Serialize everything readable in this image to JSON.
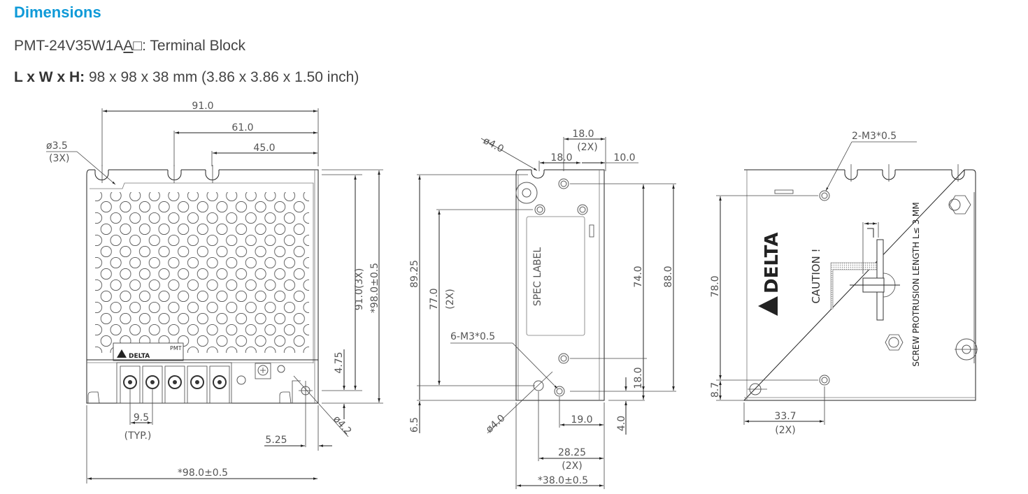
{
  "header": {
    "title": "Dimensions",
    "model_prefix": "PMT-24V35W1A",
    "model_underlined": "A",
    "model_box": "□",
    "model_suffix": ": Terminal Block",
    "dims_label": "L x W x H:",
    "dims_value": " 98 x 98 x 38 mm (3.86 x 3.86 x 1.50 inch)"
  },
  "colors": {
    "heading": "#0f9ad8",
    "text": "#444444",
    "line": "#222222"
  },
  "views": {
    "front": {
      "dims": {
        "top_91": "91.0",
        "top_61": "61.0",
        "top_45": "45.0",
        "hole_dia": "ø3.5",
        "hole_count": "(3X)",
        "right_91": "91.0(3X)",
        "right_98": "*98.0±0.5",
        "right_475": "4.75",
        "pitch": "9.5",
        "pitch_note": "(TYP.)",
        "offset_525": "5.25",
        "slot_dia": "ø4.2",
        "bottom_98": "*98.0±0.5"
      },
      "label_brand": "DELTA",
      "label_model": "PMT",
      "terminal_count": 5
    },
    "side": {
      "dims": {
        "hole_dia_top": "ø4.0",
        "top_18_2x": "18.0",
        "top_18_2x_note": "(2X)",
        "top_18": "18.0",
        "top_10": "10.0",
        "left_8925": "89.25",
        "left_77": "77.0",
        "left_77_note": "(2X)",
        "left_65": "6.5",
        "thread": "6-M3*0.5",
        "spec_label": "SPEC LABEL",
        "right_74": "74.0",
        "right_88": "88.0",
        "right_18": "18.0",
        "right_4": "4.0",
        "hole_dia_bottom": "ø4.0",
        "bottom_19": "19.0",
        "bottom_2825": "28.25",
        "bottom_2825_note": "(2X)",
        "bottom_38": "*38.0±0.5"
      }
    },
    "bottom": {
      "dims": {
        "thread": "2-M3*0.5",
        "left_78": "78.0",
        "left_87": "8.7",
        "bottom_337": "33.7",
        "bottom_337_note": "(2X)"
      },
      "brand": "DELTA",
      "caution": "CAUTION !",
      "screw_note": "SCREW PROTRUSION LENGTH  L≤ 3 MM",
      "screw_symbol": "L"
    }
  }
}
